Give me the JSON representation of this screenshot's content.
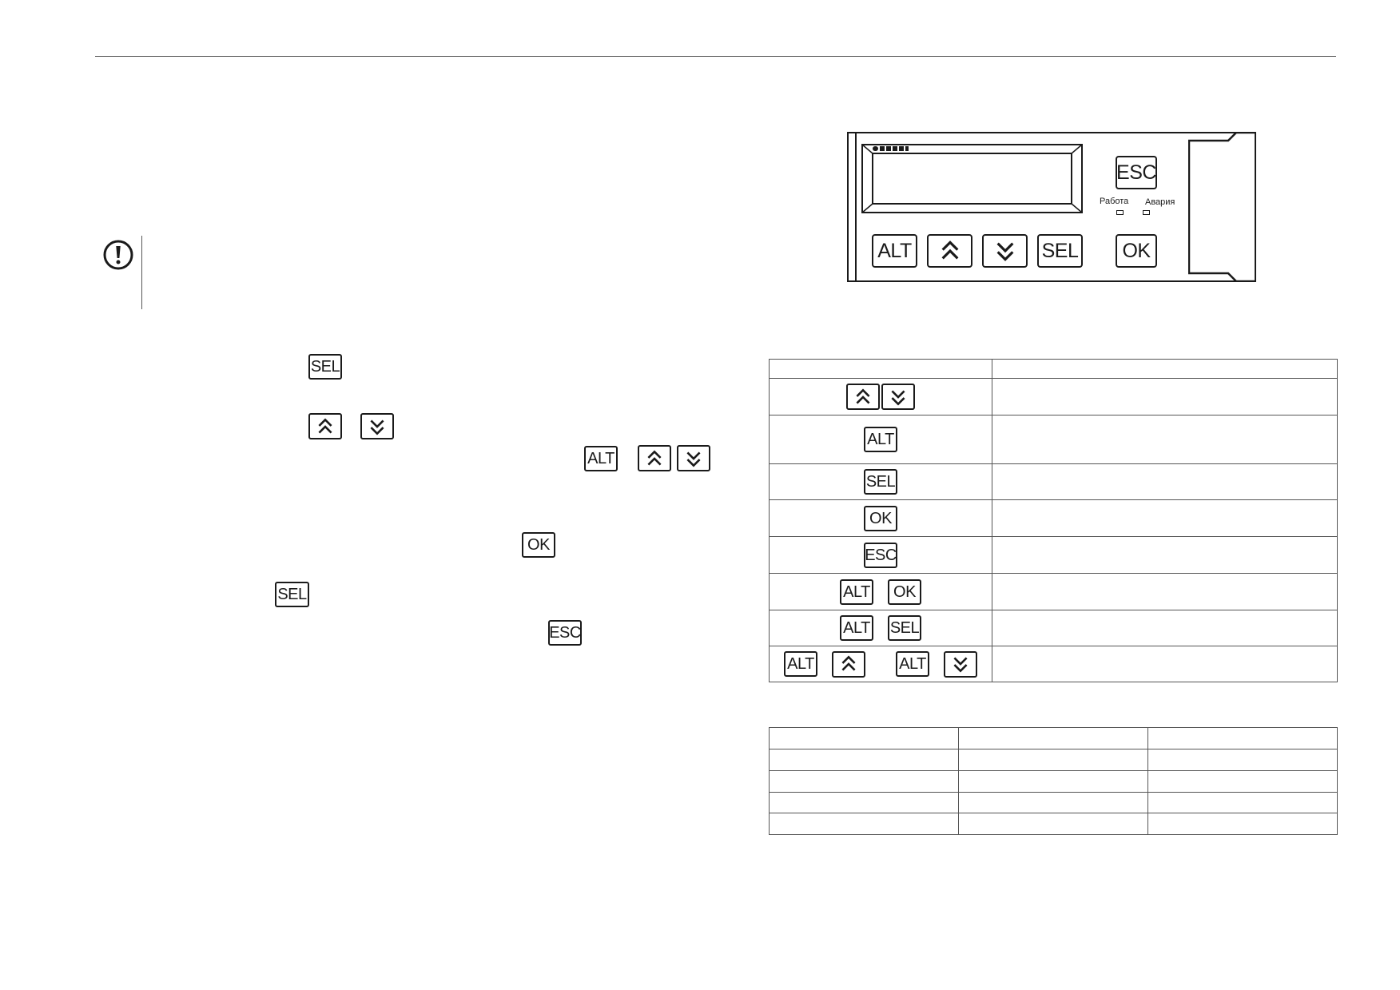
{
  "keys": {
    "alt": "ALT",
    "sel": "SEL",
    "ok": "OK",
    "esc": "ESC"
  },
  "icons": {
    "up": "double-chevron-up-icon",
    "down": "double-chevron-down-icon",
    "warning": "exclamation-circle-icon"
  },
  "panel": {
    "led_work": "Работа",
    "led_alarm": "Авария"
  }
}
